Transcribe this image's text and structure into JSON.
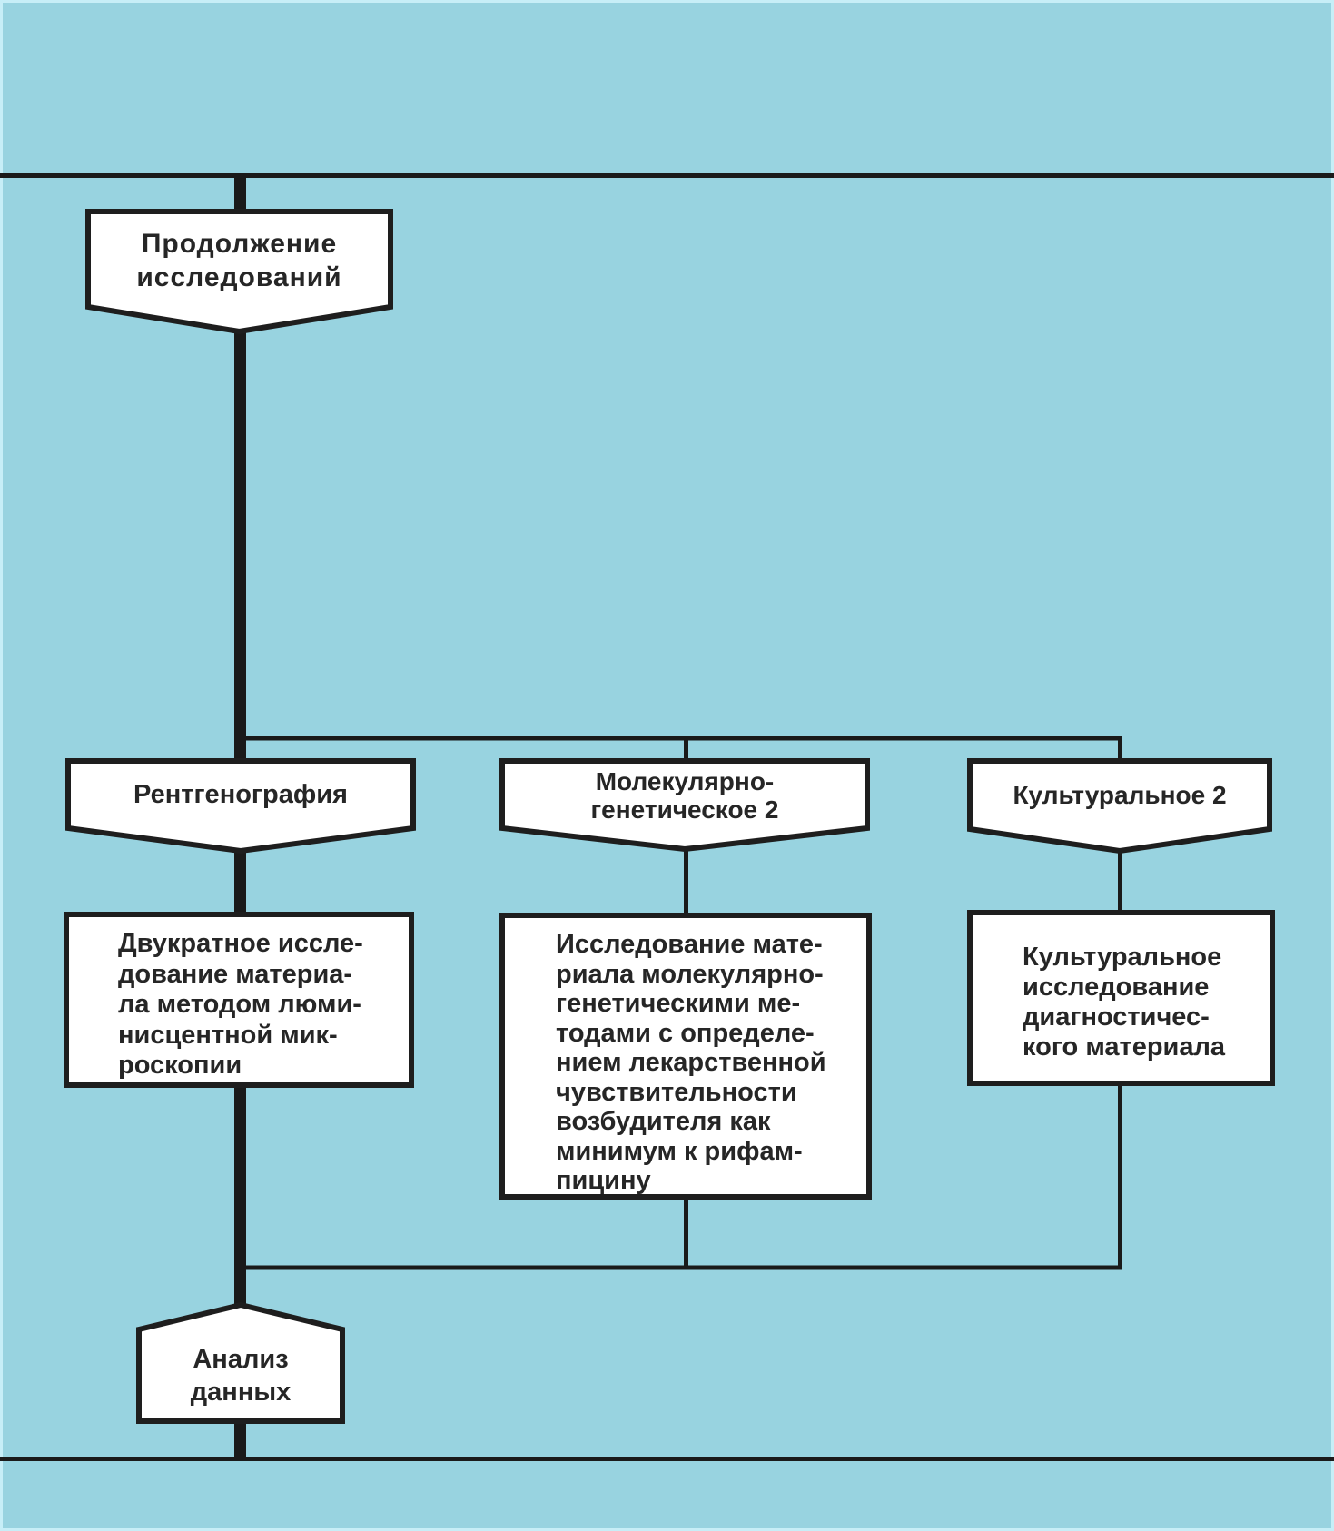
{
  "colors": {
    "background": "#98d3e0",
    "outer_border": "#c7eef7",
    "line": "#1a1a1a",
    "shape_fill": "#ffffff",
    "shape_stroke": "#1e1e1e",
    "text": "#262626"
  },
  "nodes": {
    "continuation_banner": "Продолжение\nисследований",
    "xray_banner": "Рентгенография",
    "molecular_banner": "Молекулярно-\nгенетическое 2",
    "cultural_banner": "Культуральное 2",
    "xray_box": "Двукратное иссле-\nдование материа-\nла методом люми-\nнисцентной мик-\nроскопии",
    "molecular_box": "Исследование мате-\nриала молекулярно-\nгенетическими ме-\nтодами с определе-\nнием лекарственной\nчувствительности\nвозбудителя как\nминимум к рифам-\nпицину",
    "cultural_box": "Культуральное\nисследование\nдиагностичес-\nкого материала",
    "analysis_pentagon": "Анализ\nданных"
  }
}
